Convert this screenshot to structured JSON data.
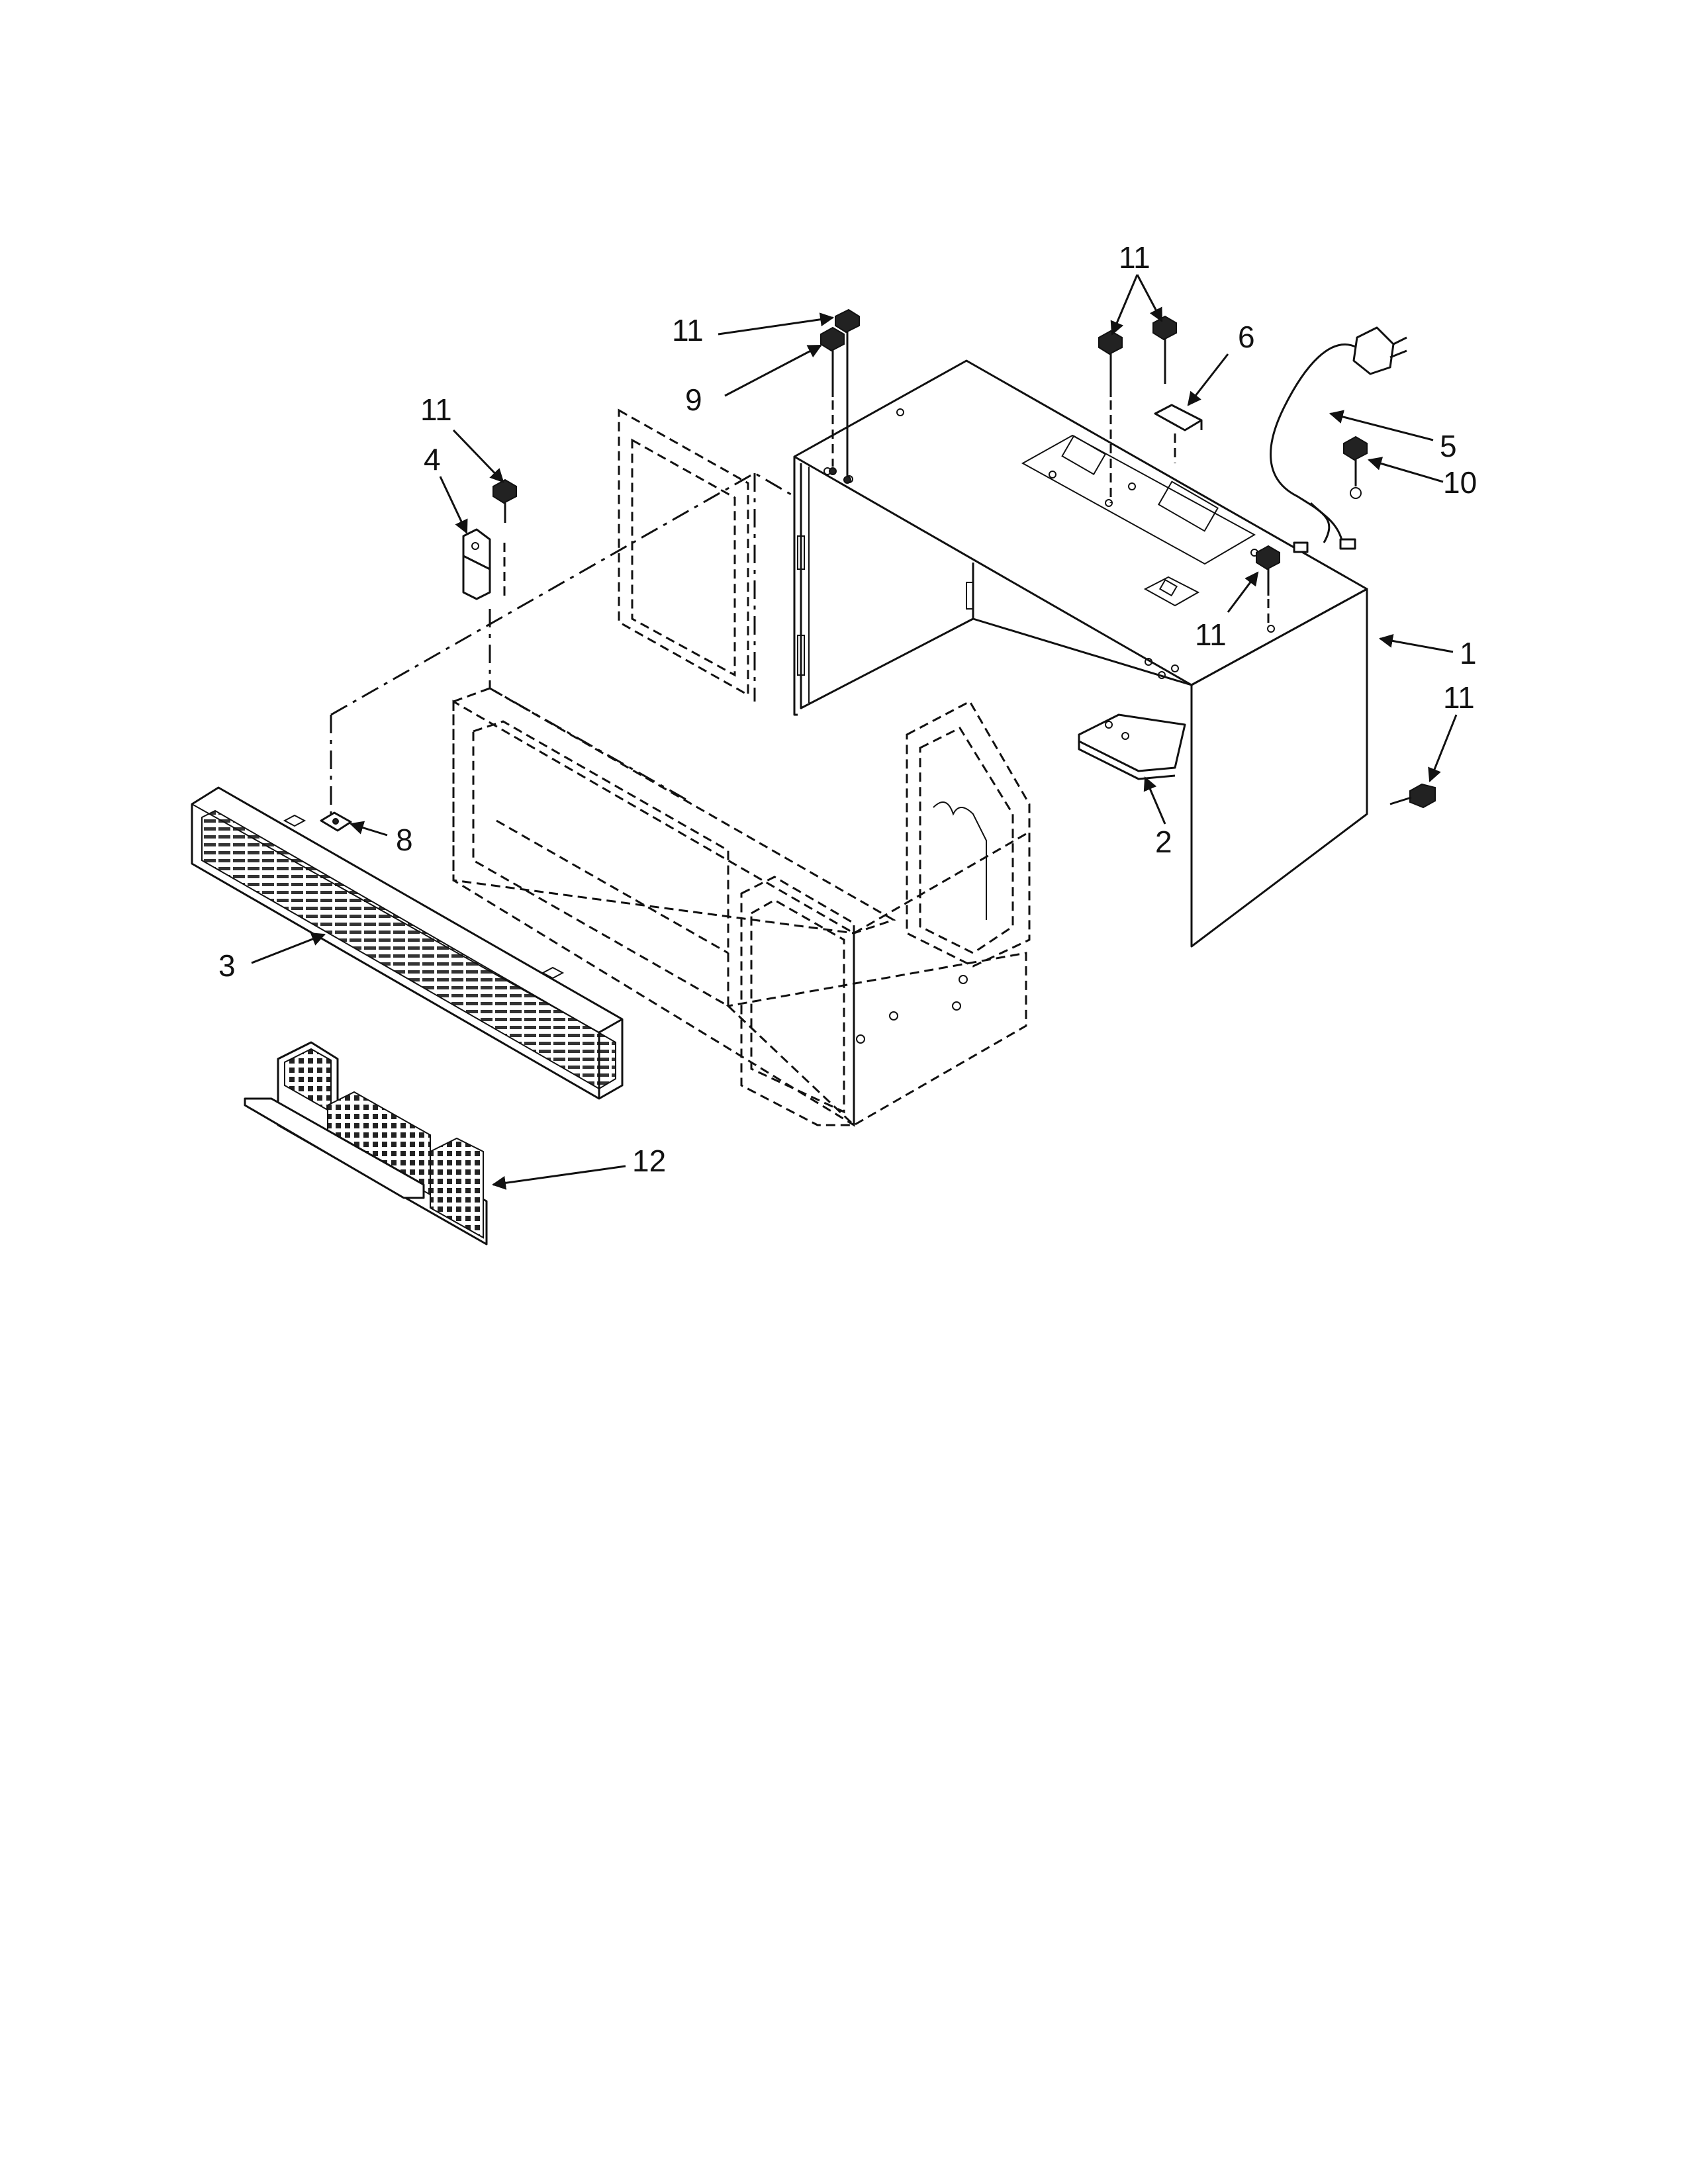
{
  "callouts": [
    {
      "id": "c1",
      "text": "1"
    },
    {
      "id": "c2",
      "text": "2"
    },
    {
      "id": "c3",
      "text": "3"
    },
    {
      "id": "c4",
      "text": "4"
    },
    {
      "id": "c5",
      "text": "5"
    },
    {
      "id": "c6",
      "text": "6"
    },
    {
      "id": "c8",
      "text": "8"
    },
    {
      "id": "c9",
      "text": "9"
    },
    {
      "id": "c10",
      "text": "10"
    },
    {
      "id": "c11a",
      "text": "11"
    },
    {
      "id": "c11b",
      "text": "11"
    },
    {
      "id": "c11c",
      "text": "11"
    },
    {
      "id": "c11d",
      "text": "11"
    },
    {
      "id": "c11e",
      "text": "11"
    },
    {
      "id": "c12",
      "text": "12"
    }
  ]
}
